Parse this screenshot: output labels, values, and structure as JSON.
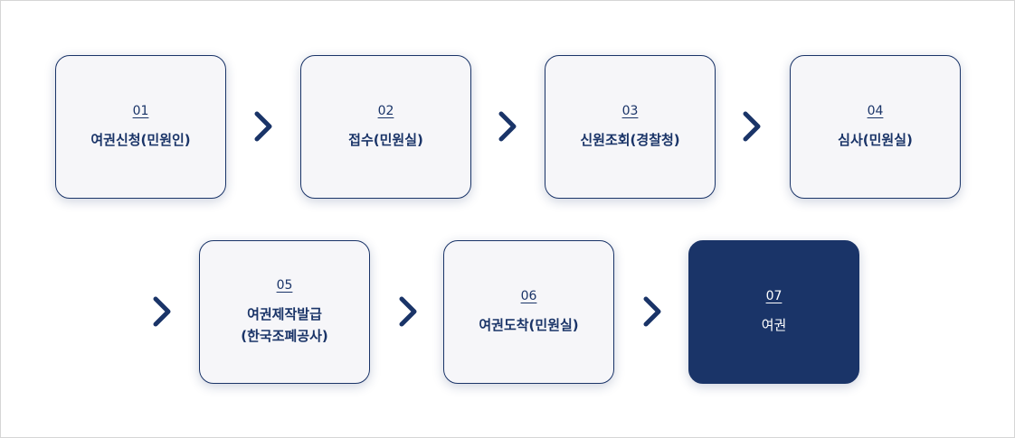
{
  "steps": [
    {
      "num": "01",
      "label": "여권신청(민원인)"
    },
    {
      "num": "02",
      "label": "접수(민원실)"
    },
    {
      "num": "03",
      "label": "신원조회(경찰청)"
    },
    {
      "num": "04",
      "label": "심사(민원실)"
    },
    {
      "num": "05",
      "label": "여권제작발급\n(한국조폐공사)"
    },
    {
      "num": "06",
      "label": "여권도착(민원실)"
    },
    {
      "num": "07",
      "label": "여권"
    }
  ],
  "colors": {
    "primary": "#1a3468",
    "box_bg": "#f6f6f9"
  }
}
